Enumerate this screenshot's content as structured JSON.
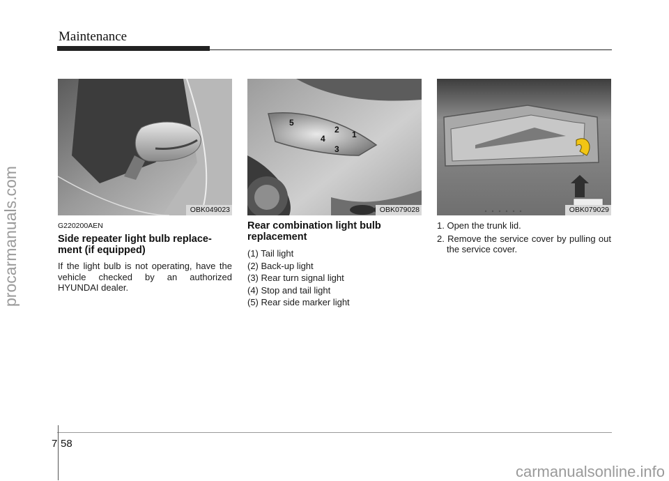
{
  "header": {
    "title": "Maintenance"
  },
  "watermarks": {
    "left": "procarmanuals.com",
    "bottom": "carmanualsonline.info"
  },
  "figures": [
    {
      "code": "OBK049023"
    },
    {
      "code": "OBK079028",
      "callouts": [
        "5",
        "2",
        "1",
        "4",
        "3"
      ]
    },
    {
      "code": "OBK079029"
    }
  ],
  "section1": {
    "code": "G220200AEN",
    "title": "Side repeater light bulb replace-ment (if equipped)",
    "body": "If the light bulb is not operating, have the vehicle checked by an authorized HYUNDAI dealer."
  },
  "section2": {
    "title": "Rear combination light bulb replacement",
    "parts": [
      "(1) Tail light",
      "(2) Back-up light",
      "(3) Rear turn signal light",
      "(4) Stop and tail light",
      "(5) Rear side marker light"
    ]
  },
  "section3": {
    "steps": [
      "1. Open the trunk lid.",
      "2. Remove the service cover by pulling out the service cover."
    ]
  },
  "footer": {
    "chapter": "7",
    "page": "58"
  }
}
